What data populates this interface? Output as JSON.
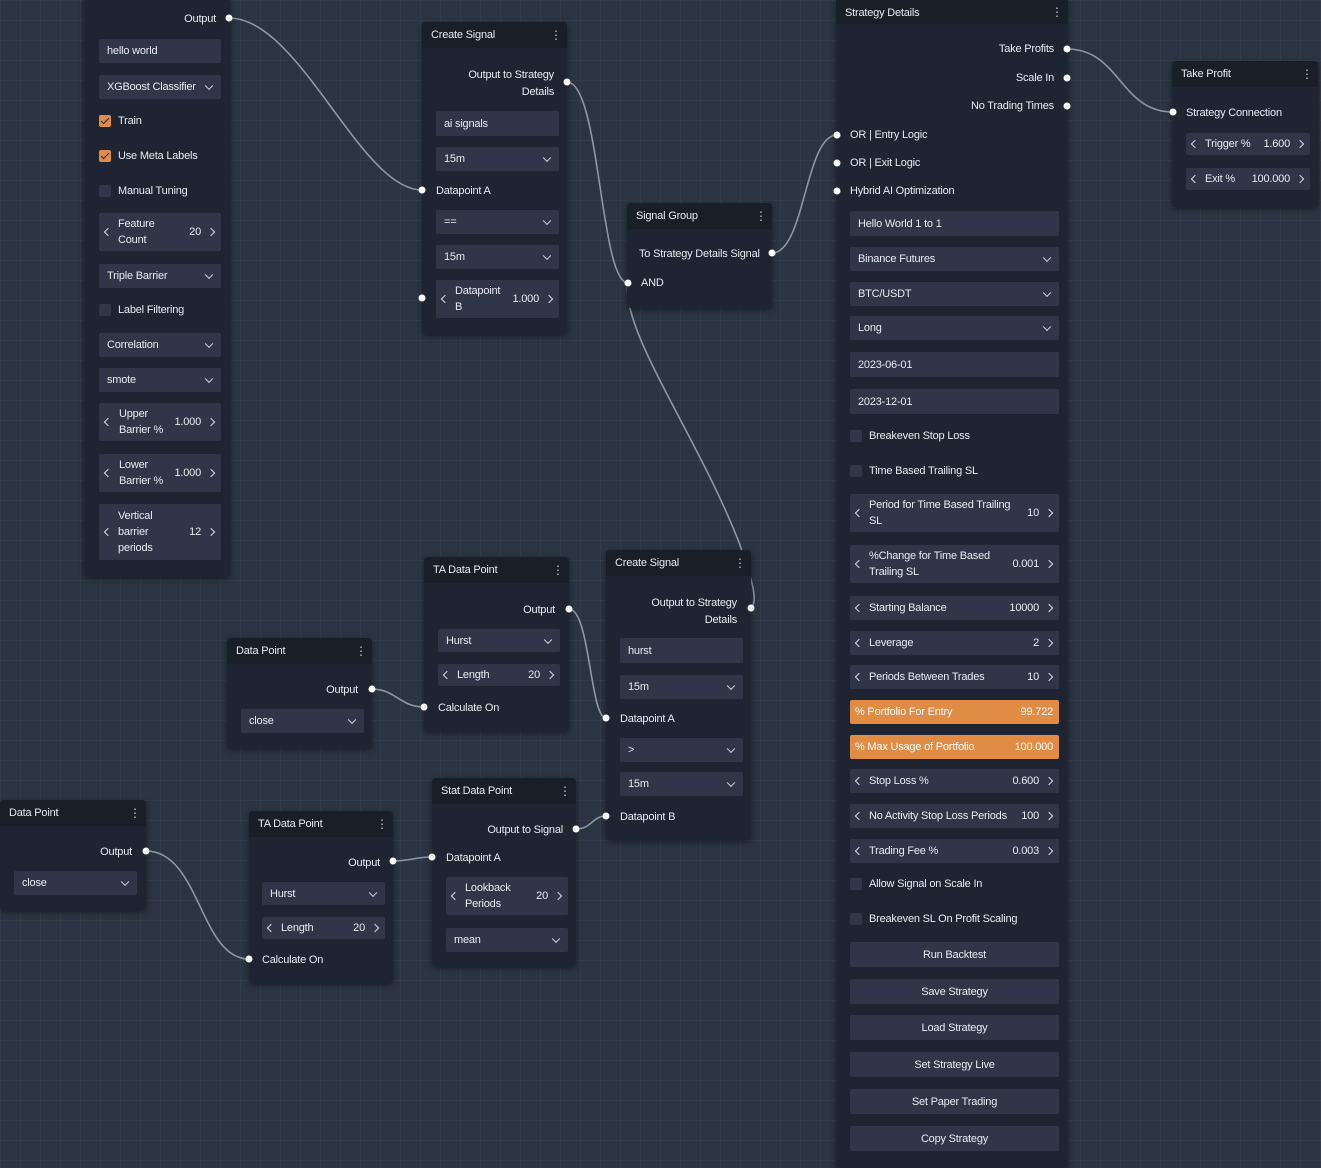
{
  "node_left": {
    "output_label": "Output",
    "text_input": "hello world",
    "model_select": "XGBoost Classifier",
    "train_label": "Train",
    "meta_labels_label": "Use Meta Labels",
    "manual_tuning_label": "Manual Tuning",
    "feature_count_label": "Feature\nCount",
    "feature_count_value": "20",
    "labeling_select": "Triple Barrier",
    "label_filtering_label": "Label Filtering",
    "correlation_select": "Correlation",
    "smote_select": "smote",
    "upper_barrier_label": "Upper\nBarrier %",
    "upper_barrier_value": "1.000",
    "lower_barrier_label": "Lower\nBarrier %",
    "lower_barrier_value": "1.000",
    "vertical_barrier_label": "Vertical\nbarrier\nperiods",
    "vertical_barrier_value": "12"
  },
  "create_signal_1": {
    "title": "Create Signal",
    "output_label": "Output to Strategy\nDetails",
    "name_input": "ai signals",
    "timeframe_a": "15m",
    "datapoint_a_label": "Datapoint A",
    "operator": "==",
    "timeframe_b": "15m",
    "datapoint_b_label": "Datapoint\nB",
    "datapoint_b_value": "1.000"
  },
  "signal_group": {
    "title": "Signal Group",
    "output_label": "To Strategy Details Signal",
    "input_label": "AND"
  },
  "strategy_details": {
    "title": "Strategy Details",
    "take_profits_label": "Take Profits",
    "scale_in_label": "Scale In",
    "no_trading_times_label": "No Trading Times",
    "entry_logic_label": "OR | Entry Logic",
    "exit_logic_label": "OR | Exit Logic",
    "hybrid_ai_label": "Hybrid AI Optimization",
    "strategy_name": "Hello World 1 to 1",
    "exchange": "Binance Futures",
    "pair": "BTC/USDT",
    "direction": "Long",
    "start_date": "2023-06-01",
    "end_date": "2023-12-01",
    "breakeven_sl_label": "Breakeven Stop Loss",
    "time_trailing_label": "Time Based Trailing SL",
    "period_trailing_label": "Period for Time Based Trailing\nSL",
    "period_trailing_value": "10",
    "pct_change_label": "%Change for Time Based\nTrailing SL",
    "pct_change_value": "0.001",
    "starting_balance_label": "Starting Balance",
    "starting_balance_value": "10000",
    "leverage_label": "Leverage",
    "leverage_value": "2",
    "periods_between_label": "Periods Between Trades",
    "periods_between_value": "10",
    "portfolio_entry_label": "% Portfolio For Entry",
    "portfolio_entry_value": "99.722",
    "max_usage_label": "% Max Usage of Portfolio",
    "max_usage_value": "100.000",
    "stop_loss_label": "Stop Loss %",
    "stop_loss_value": "0.600",
    "no_activity_label": "No Activity Stop Loss Periods",
    "no_activity_value": "100",
    "trading_fee_label": "Trading Fee %",
    "trading_fee_value": "0.003",
    "allow_signal_label": "Allow Signal on Scale In",
    "breakeven_scaling_label": "Breakeven SL On Profit Scaling",
    "run_backtest": "Run Backtest",
    "save_strategy": "Save Strategy",
    "load_strategy": "Load Strategy",
    "set_live": "Set Strategy Live",
    "set_paper": "Set Paper Trading",
    "copy_strategy": "Copy Strategy"
  },
  "take_profit": {
    "title": "Take Profit",
    "connection_label": "Strategy Connection",
    "trigger_label": "Trigger %",
    "trigger_value": "1.600",
    "exit_label": "Exit %",
    "exit_value": "100.000"
  },
  "ta_data_point_1": {
    "title": "TA Data Point",
    "output_label": "Output",
    "indicator": "Hurst",
    "length_label": "Length",
    "length_value": "20",
    "calc_label": "Calculate On"
  },
  "data_point_1": {
    "title": "Data Point",
    "output_label": "Output",
    "source": "close"
  },
  "create_signal_2": {
    "title": "Create Signal",
    "output_label": "Output to Strategy\nDetails",
    "name_input": "hurst",
    "timeframe_a": "15m",
    "datapoint_a_label": "Datapoint A",
    "operator": ">",
    "timeframe_b": "15m",
    "datapoint_b_label": "Datapoint B"
  },
  "data_point_2": {
    "title": "Data Point",
    "output_label": "Output",
    "source": "close"
  },
  "ta_data_point_2": {
    "title": "TA Data Point",
    "output_label": "Output",
    "indicator": "Hurst",
    "length_label": "Length",
    "length_value": "20",
    "calc_label": "Calculate On"
  },
  "stat_data_point": {
    "title": "Stat Data Point",
    "output_label": "Output to Signal",
    "datapoint_a_label": "Datapoint A",
    "lookback_label": "Lookback\nPeriods",
    "lookback_value": "20",
    "stat": "mean"
  },
  "colors": {
    "canvas": "#2b3442",
    "node": "#1e2431",
    "field": "#2e3647",
    "accent": "#e08c45",
    "wire": "#8e97a6"
  }
}
